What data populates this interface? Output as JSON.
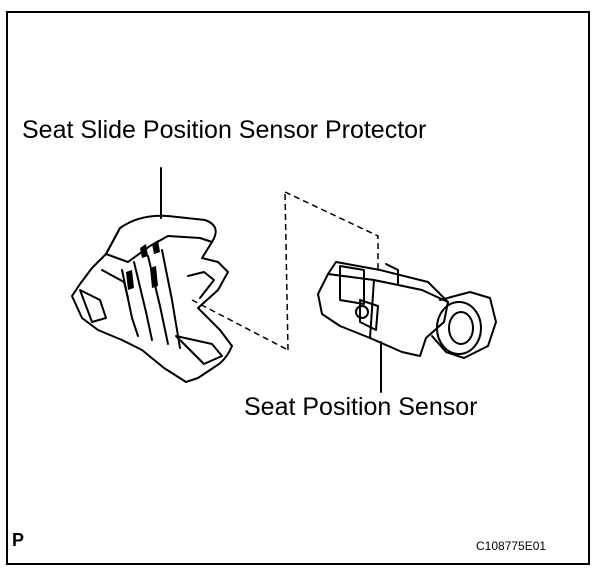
{
  "labels": {
    "protector": "Seat Slide Position Sensor Protector",
    "sensor": "Seat Position Sensor",
    "page_marker": "P",
    "figure_code": "C108775E01"
  },
  "colors": {
    "line": "#000000",
    "background": "#ffffff"
  }
}
